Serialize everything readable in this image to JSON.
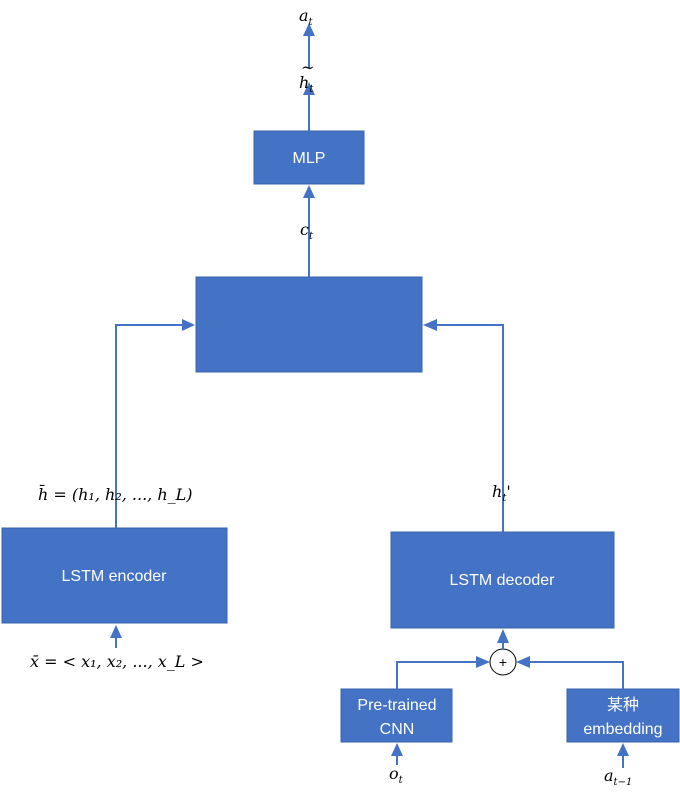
{
  "boxes": {
    "mlp": "MLP",
    "attention": "",
    "encoder": "LSTM encoder",
    "decoder": "LSTM decoder",
    "cnn_line1": "Pre-trained",
    "cnn_line2": "CNN",
    "emb_line1": "某种",
    "emb_line2": "embedding"
  },
  "labels": {
    "a_t": {
      "base": "a",
      "sub": "t"
    },
    "h_tilde": {
      "accent": "~",
      "base": "h",
      "sub": "t"
    },
    "c_t": {
      "base": "c",
      "sub": "t"
    },
    "h_bar": "h̄ = (h₁, h₂, ..., h_L)",
    "h_t_prime": {
      "base": "h",
      "sub": "t",
      "suffix": "'"
    },
    "x_bar": "x̄ = < x₁, x₂, ..., x_L >",
    "o_t": {
      "base": "o",
      "sub": "t"
    },
    "a_t_minus_1": {
      "base": "a",
      "sub": "t−1"
    },
    "sum_symbol": "+"
  },
  "colors": {
    "box_fill": "#4472C4",
    "line": "#4472C4"
  }
}
